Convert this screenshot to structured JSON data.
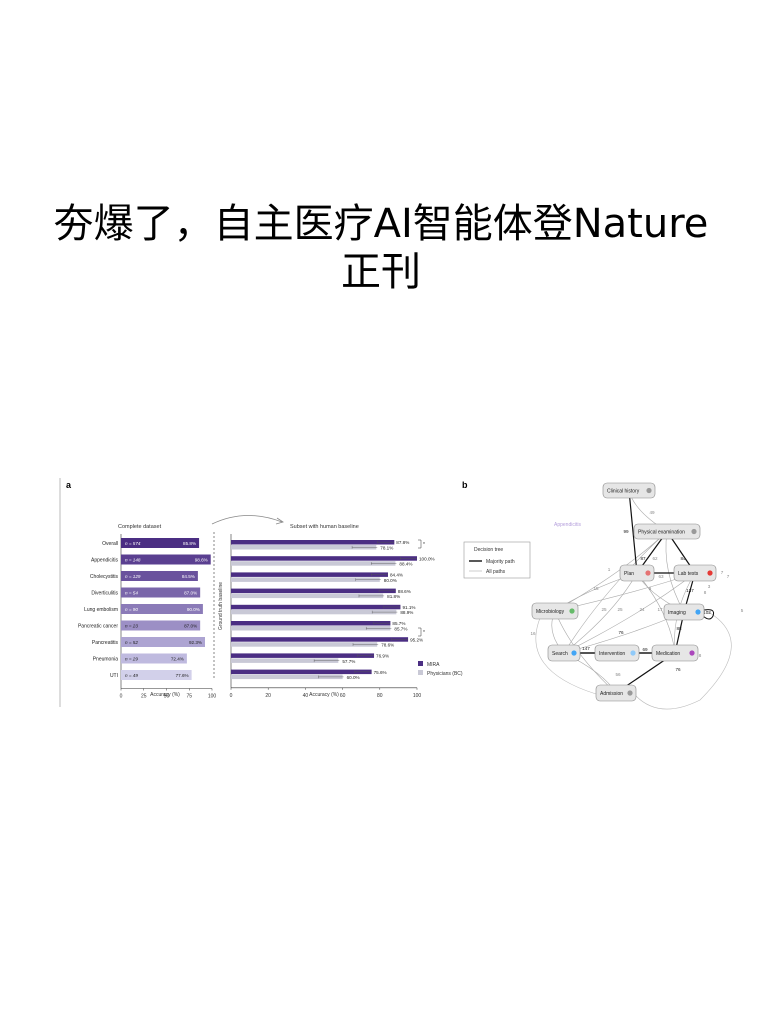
{
  "title_lines": [
    "夯爆了，自主医疗AI智能体登Nature",
    "正刊"
  ],
  "panel_a_letter": "a",
  "panel_b_letter": "b",
  "colors": {
    "mira": "#4b2e83",
    "physician": "#c9c9d6",
    "text": "#333333",
    "node_fill": "#e6e6e6",
    "node_stroke": "#888888"
  },
  "chart_data": [
    {
      "type": "bar",
      "orientation": "horizontal",
      "title": "Complete dataset",
      "xlabel": "Accuracy (%)",
      "xlim": [
        0,
        100
      ],
      "xticks": [
        "0",
        "25",
        "50",
        "75",
        "100"
      ],
      "categories": [
        "Overall",
        "Appendicitis",
        "Cholecystitis",
        "Diverticulitis",
        "Lung embolism",
        "Pancreatic cancer",
        "Pancreatitis",
        "Pneumonia",
        "UTI"
      ],
      "n_labels": [
        "n = 574",
        "n = 148",
        "n = 129",
        "n = 54",
        "n = 90",
        "n = 23",
        "n = 52",
        "n = 29",
        "n = 49"
      ],
      "values": [
        85.8,
        98.6,
        84.5,
        87.0,
        90.0,
        87.0,
        92.3,
        72.4,
        77.6
      ],
      "value_labels": [
        "85.8%",
        "98.6%",
        "84.5%",
        "87.0%",
        "90.0%",
        "87.0%",
        "92.3%",
        "72.4%",
        "77.6%"
      ],
      "bar_colors": [
        "#4b2e83",
        "#5a3f90",
        "#6a529d",
        "#7a66aa",
        "#8b7bb8",
        "#9c8fc5",
        "#ada4d2",
        "#bfbadf",
        "#d2d0ea"
      ]
    },
    {
      "type": "bar",
      "orientation": "horizontal",
      "title": "Subset with human baseline",
      "xlabel": "Accuracy (%)",
      "ylabel": "Ground truth baseline",
      "xlim": [
        0,
        100
      ],
      "xticks": [
        "0",
        "20",
        "40",
        "60",
        "80",
        "100"
      ],
      "series": [
        {
          "name": "MIRA",
          "values": [
            87.8,
            100.0,
            84.4,
            88.6,
            91.1,
            85.7,
            95.2,
            76.9,
            75.6
          ],
          "labels": [
            "87.8%",
            "100.0%",
            "84.4%",
            "88.6%",
            "91.1%",
            "85.7%",
            "95.2%",
            "76.9%",
            "75.6%"
          ]
        },
        {
          "name": "Physicians (BC)",
          "values": [
            78.1,
            88.4,
            80.0,
            81.8,
            88.9,
            85.7,
            78.6,
            57.7,
            60.0
          ],
          "labels": [
            "78.1%",
            "88.4%",
            "80.0%",
            "81.8%",
            "88.9%",
            "85.7%",
            "78.6%",
            "57.7%",
            "60.0%"
          ]
        }
      ]
    },
    {
      "type": "diagram",
      "title": "Appendicitis",
      "legend_title": "Decision tree",
      "legend_items": [
        "Majority path",
        "All paths"
      ],
      "nodes": [
        {
          "id": "clinical",
          "label": "Clinical history"
        },
        {
          "id": "physical",
          "label": "Physical examination"
        },
        {
          "id": "plan",
          "label": "Plan"
        },
        {
          "id": "lab",
          "label": "Lab tests"
        },
        {
          "id": "micro",
          "label": "Microbiology"
        },
        {
          "id": "imaging",
          "label": "Imaging"
        },
        {
          "id": "search",
          "label": "Search"
        },
        {
          "id": "intervention",
          "label": "Intervention"
        },
        {
          "id": "medication",
          "label": "Medication"
        },
        {
          "id": "admission",
          "label": "Admission"
        }
      ],
      "edge_labels": [
        "49",
        "99",
        "87",
        "62",
        "84",
        "63",
        "137",
        "102",
        "88",
        "76",
        "147",
        "69",
        "76",
        "56",
        "25",
        "25",
        "24",
        "17",
        "16",
        "15",
        "9",
        "8",
        "8",
        "7",
        "7",
        "5",
        "1",
        "3"
      ]
    }
  ]
}
